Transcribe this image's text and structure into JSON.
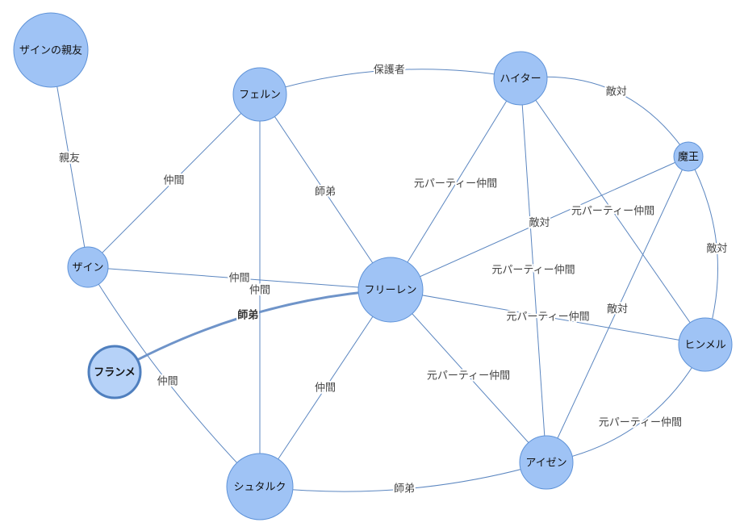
{
  "nodes": [
    {
      "id": "zein_friend",
      "label": "ザインの親友"
    },
    {
      "id": "fern",
      "label": "フェルン"
    },
    {
      "id": "heiter",
      "label": "ハイター"
    },
    {
      "id": "maou",
      "label": "魔王"
    },
    {
      "id": "zein",
      "label": "ザイン"
    },
    {
      "id": "frieren",
      "label": "フリーレン"
    },
    {
      "id": "flamme",
      "label": "フランメ",
      "selected": true
    },
    {
      "id": "himmel",
      "label": "ヒンメル"
    },
    {
      "id": "eisen",
      "label": "アイゼン"
    },
    {
      "id": "stark",
      "label": "シュタルク"
    }
  ],
  "edges": [
    {
      "from": "zein_friend",
      "to": "zein",
      "label": "親友"
    },
    {
      "from": "fern",
      "to": "heiter",
      "label": "保護者"
    },
    {
      "from": "fern",
      "to": "zein",
      "label": "仲間"
    },
    {
      "from": "fern",
      "to": "frieren",
      "label": "師弟"
    },
    {
      "from": "fern",
      "to": "stark",
      "label": "仲間"
    },
    {
      "from": "heiter",
      "to": "maou",
      "label": "敵対"
    },
    {
      "from": "heiter",
      "to": "frieren",
      "label": "元パーティー仲間"
    },
    {
      "from": "heiter",
      "to": "eisen",
      "label": "元パーティー仲間"
    },
    {
      "from": "heiter",
      "to": "himmel",
      "label": "元パーティー仲間"
    },
    {
      "from": "maou",
      "to": "frieren",
      "label": "敵対"
    },
    {
      "from": "maou",
      "to": "himmel",
      "label": "敵対"
    },
    {
      "from": "maou",
      "to": "eisen",
      "label": "敵対"
    },
    {
      "from": "zein",
      "to": "frieren",
      "label": "仲間"
    },
    {
      "from": "zein",
      "to": "stark",
      "label": "仲間"
    },
    {
      "from": "flamme",
      "to": "frieren",
      "label": "師弟",
      "highlight": true
    },
    {
      "from": "frieren",
      "to": "himmel",
      "label": "元パーティー仲間"
    },
    {
      "from": "frieren",
      "to": "eisen",
      "label": "元パーティー仲間"
    },
    {
      "from": "frieren",
      "to": "stark",
      "label": "仲間"
    },
    {
      "from": "himmel",
      "to": "eisen",
      "label": "元パーティー仲間"
    },
    {
      "from": "stark",
      "to": "eisen",
      "label": "師弟"
    }
  ]
}
